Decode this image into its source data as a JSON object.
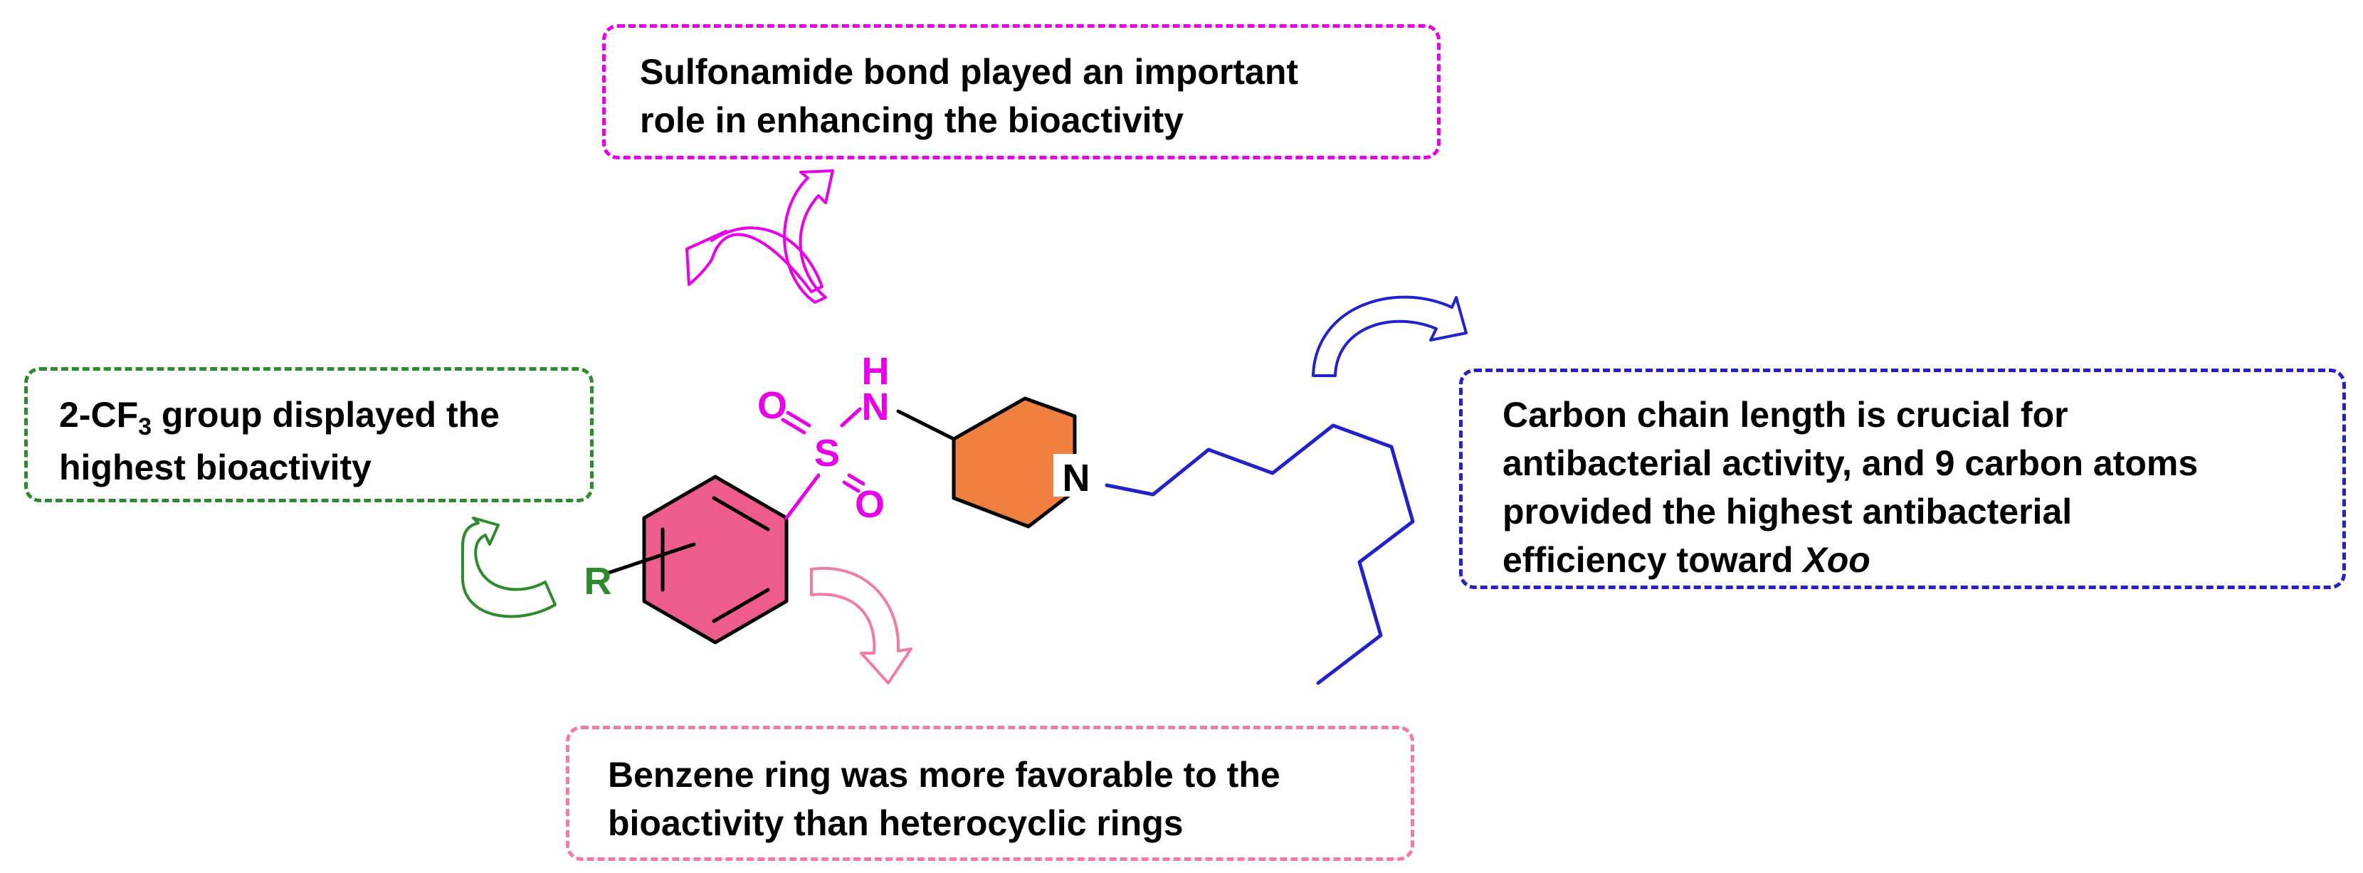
{
  "callouts": {
    "sulfonamide": {
      "line1": "Sulfonamide bond played an important",
      "line2": "role in enhancing the bioactivity"
    },
    "cf3": {
      "line1_pre": "2-CF",
      "line1_sub": "3",
      "line1_post": " group displayed the",
      "line2": "highest bioactivity"
    },
    "carbon": {
      "line1": "Carbon chain length is crucial for",
      "line2": "antibacterial activity, and 9 carbon atoms",
      "line3": "provided the highest antibacterial",
      "line4_pre": "efficiency toward ",
      "line4_italic": "Xoo"
    },
    "benzene": {
      "line1": "Benzene ring was more favorable to the",
      "line2": "bioactivity than heterocyclic rings"
    }
  },
  "atoms": {
    "O_top": "O",
    "O_bottom": "O",
    "S": "S",
    "N_amide": "N",
    "H": "H",
    "N_ring": "N",
    "R": "R"
  },
  "colors": {
    "magenta": "#e800e8",
    "pink_box": "#f07aa8",
    "pink_fill": "#ee5c8e",
    "green": "#2d8a2d",
    "blue": "#2222cc",
    "orange_fill": "#f08040"
  },
  "icons": [
    "curved-arrow-magenta",
    "curved-arrow-green",
    "curved-arrow-pink",
    "curved-arrow-blue"
  ]
}
